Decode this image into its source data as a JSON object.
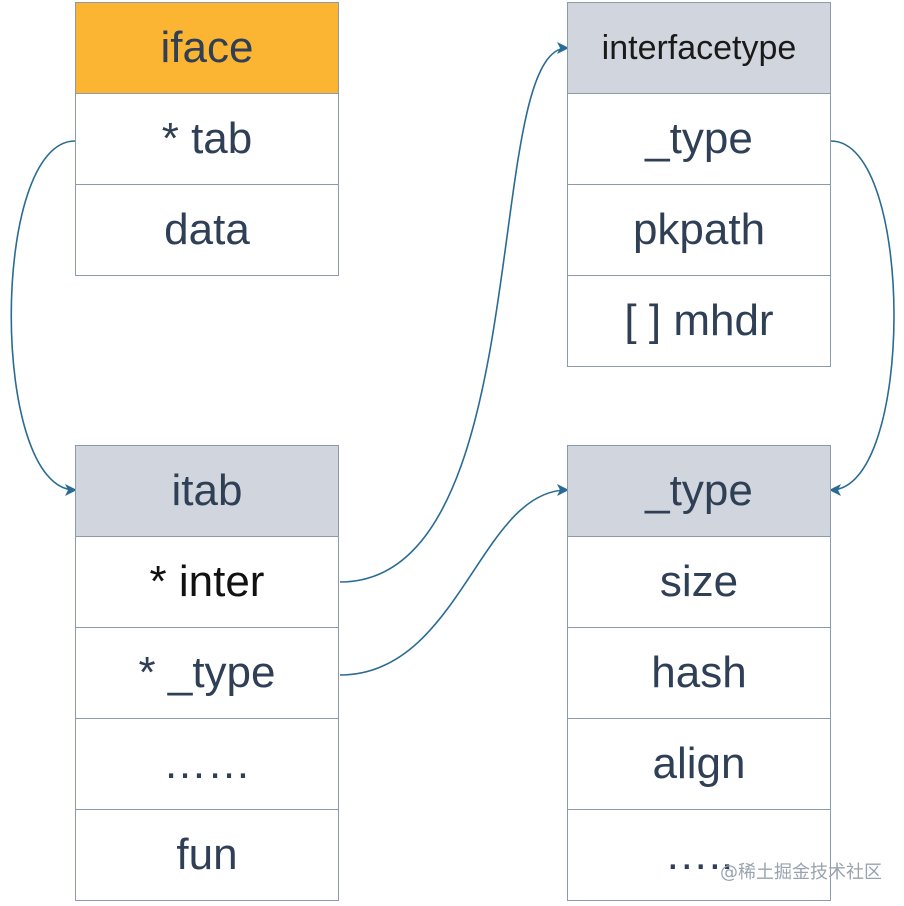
{
  "iface": {
    "title": "iface",
    "fields": [
      "* tab",
      "data"
    ]
  },
  "itab": {
    "title": "itab",
    "fields": [
      "* inter",
      "* _type",
      "……",
      "fun"
    ]
  },
  "interfacetype": {
    "title": "interfacetype",
    "fields": [
      "_type",
      "pkpath",
      "[ ] mhdr"
    ]
  },
  "type": {
    "title": "_type",
    "fields": [
      "size",
      "hash",
      "align",
      "….."
    ]
  },
  "watermark": "@稀土掘金技术社区",
  "colors": {
    "header_gray": "#d1d6de",
    "header_orange": "#fbb532",
    "border": "#8c9aab",
    "text": "#2f3f55",
    "arrow": "#2a6b93"
  }
}
